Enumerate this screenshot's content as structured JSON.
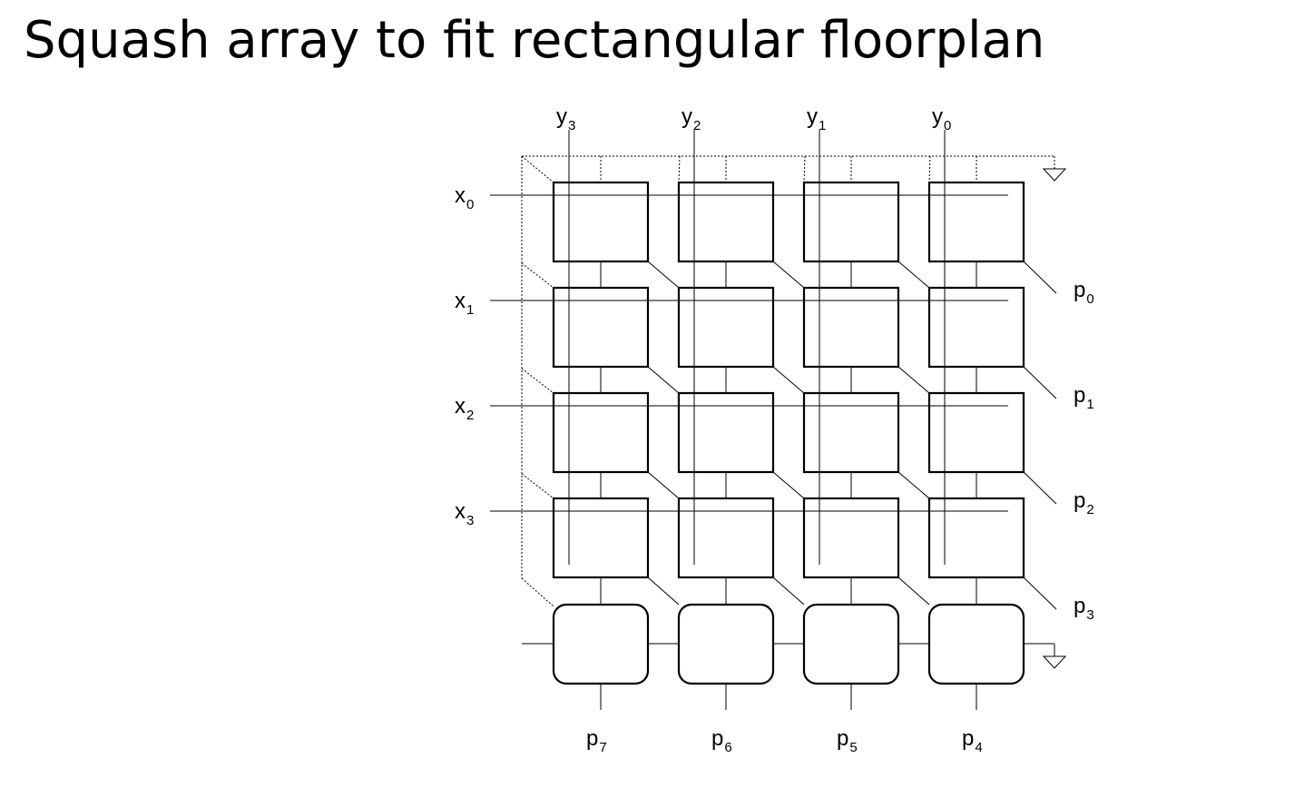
{
  "title": "Squash array to fit rectangular floorplan",
  "diagram": {
    "colors": {
      "stroke": "#000000",
      "background": "#ffffff"
    },
    "inputs_y": [
      {
        "base": "y",
        "sub": "3"
      },
      {
        "base": "y",
        "sub": "2"
      },
      {
        "base": "y",
        "sub": "1"
      },
      {
        "base": "y",
        "sub": "0"
      }
    ],
    "inputs_x": [
      {
        "base": "x",
        "sub": "0"
      },
      {
        "base": "x",
        "sub": "1"
      },
      {
        "base": "x",
        "sub": "2"
      },
      {
        "base": "x",
        "sub": "3"
      }
    ],
    "outputs_right": [
      {
        "base": "p",
        "sub": "0"
      },
      {
        "base": "p",
        "sub": "1"
      },
      {
        "base": "p",
        "sub": "2"
      },
      {
        "base": "p",
        "sub": "3"
      }
    ],
    "outputs_bottom": [
      {
        "base": "p",
        "sub": "7"
      },
      {
        "base": "p",
        "sub": "6"
      },
      {
        "base": "p",
        "sub": "5"
      },
      {
        "base": "p",
        "sub": "4"
      }
    ],
    "cell_rows": 4,
    "cell_cols": 4,
    "adder_count": 4
  }
}
